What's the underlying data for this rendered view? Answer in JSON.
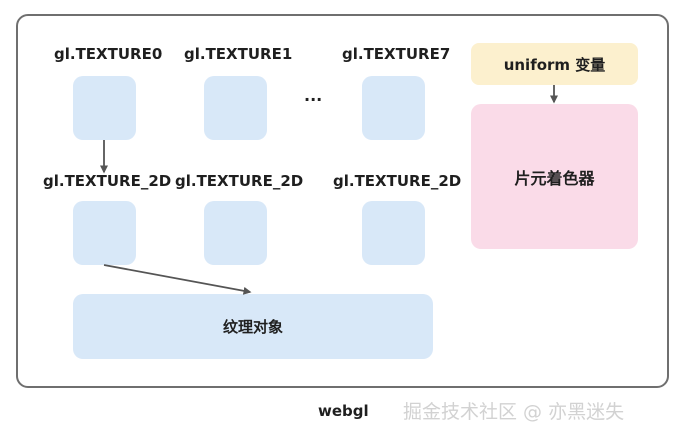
{
  "units": {
    "texture0": "gl.TEXTURE0",
    "texture1": "gl.TEXTURE1",
    "texture7": "gl.TEXTURE7",
    "ellipsis": "..."
  },
  "targets": {
    "t0": "gl.TEXTURE_2D",
    "t1": "gl.TEXTURE_2D",
    "t7": "gl.TEXTURE_2D"
  },
  "texture_object": "纹理对象",
  "uniform_label": "uniform 变量",
  "shader_label": "片元着色器",
  "caption": "webgl",
  "watermark": "掘金技术社区 @ 亦黑迷失",
  "colors": {
    "tile": "#d8e8f8",
    "uniform": "#fcf0ce",
    "shader": "#fadbe8",
    "frame": "#6f6f6f",
    "arrow": "#555555"
  }
}
